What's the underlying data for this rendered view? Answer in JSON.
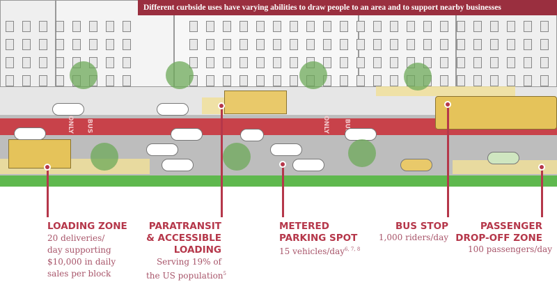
{
  "banner": "Different curbside uses have varying abilities to draw people to an area and to support nearby businesses",
  "lane_markings": [
    "ONLY",
    "BUS",
    "ONLY",
    "BUS"
  ],
  "colors": {
    "accent": "#b5374a",
    "bus_lane": "#c8424a",
    "bike_lane": "#5fb84e",
    "loading_zone": "#f0df9a",
    "banner": "#9a2f3f"
  },
  "callouts": [
    {
      "title_lines": [
        "LOADING ZONE"
      ],
      "desc_lines": [
        "20 deliveries/",
        "day supporting",
        "$10,000 in daily",
        "sales per block"
      ]
    },
    {
      "title_lines": [
        "PARATRANSIT",
        "& ACCESSIBLE",
        "LOADING"
      ],
      "desc_lines": [
        "Serving 19% of",
        "the US population"
      ],
      "sup": "5"
    },
    {
      "title_lines": [
        "METERED",
        "PARKING SPOT"
      ],
      "desc_lines": [
        "15 vehicles/day"
      ],
      "sup": "6, 7, 8"
    },
    {
      "title_lines": [
        "BUS STOP"
      ],
      "desc_lines": [
        "1,000 riders/day"
      ]
    },
    {
      "title_lines": [
        "PASSENGER",
        "DROP-OFF ZONE"
      ],
      "desc_lines": [
        "100 passengers/day"
      ]
    }
  ]
}
